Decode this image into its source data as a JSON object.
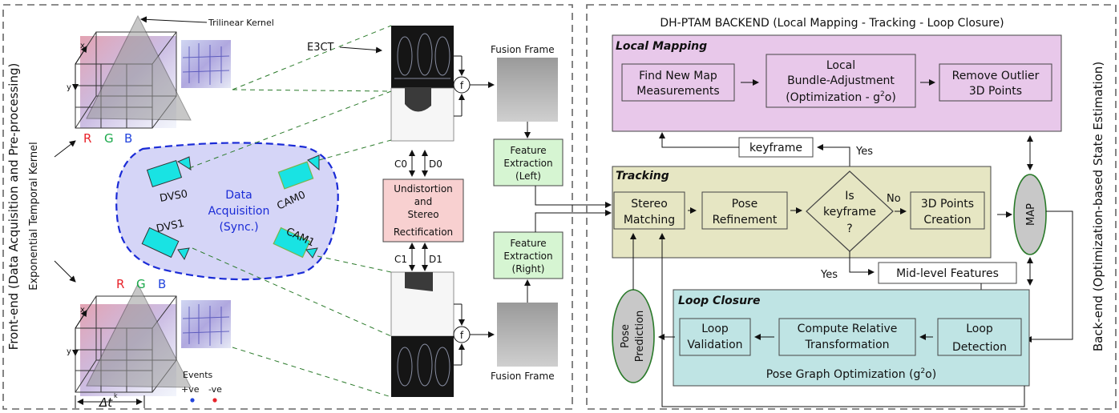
{
  "frontend": {
    "side_label": "Front-end (Data Acquisition and Pre-processing)",
    "exp_kernel_label": "Exponential Temporal Kernel",
    "trilinear_label": "Trilinear Kernel",
    "axis_x": "x",
    "axis_y": "y",
    "rgb": {
      "r": "R",
      "g": "G",
      "b": "B"
    },
    "events_title": "Events",
    "events_pos": "+ve",
    "events_neg": "-ve",
    "delta_t_label": "Δt",
    "delta_t_sup": "k",
    "acquisition": {
      "title_line1": "Data",
      "title_line2": "Acquisition",
      "title_line3": "(Sync.)",
      "dvs0": "DVS0",
      "dvs1": "DVS1",
      "cam0": "CAM0",
      "cam1": "CAM1"
    },
    "e3ct_label": "E3CT",
    "fusion_label": "Fusion Frame",
    "fusion_op": "f",
    "c0": "C0",
    "d0": "D0",
    "c1": "C1",
    "d1": "D1",
    "undistortion_lines": [
      "Undistortion",
      "and",
      "Stereo",
      "Rectification"
    ],
    "feature_left_lines": [
      "Feature",
      "Extraction",
      "(Left)"
    ],
    "feature_right_lines": [
      "Feature",
      "Extraction",
      "(Right)"
    ]
  },
  "backend": {
    "header": "DH-PTAM BACKEND (Local Mapping - Tracking - Loop Closure)",
    "side_label": "Back-end (Optimization-based State Estimation)",
    "local_mapping": {
      "title": "Local Mapping",
      "find_lines": [
        "Find New Map",
        "Measurements"
      ],
      "bundle_lines": [
        "Local",
        "Bundle-Adjustment",
        "(Optimization - g"
      ],
      "bundle_sup": "2",
      "bundle_tail": "o)",
      "remove_lines": [
        "Remove Outlier",
        "3D Points"
      ]
    },
    "keyframe_box": "keyframe",
    "yes_top": "Yes",
    "tracking": {
      "title": "Tracking",
      "stereo_lines": [
        "Stereo",
        "Matching"
      ],
      "pose_lines": [
        "Pose",
        "Refinement"
      ],
      "decision_lines": [
        "Is",
        "keyframe",
        "?"
      ],
      "no_label": "No",
      "points_lines": [
        "3D Points",
        "Creation"
      ]
    },
    "map_label": "MAP",
    "yes_bottom": "Yes",
    "mid_level": "Mid-level Features",
    "pose_prediction_lines": [
      "Pose",
      "Prediction"
    ],
    "loop_closure": {
      "title": "Loop Closure",
      "validation_lines": [
        "Loop",
        "Validation"
      ],
      "relative_lines": [
        "Compute Relative",
        "Transformation"
      ],
      "detection_lines": [
        "Loop",
        "Detection"
      ],
      "pgo_prefix": "Pose Graph Optimization (g",
      "pgo_sup": "2",
      "pgo_suffix": "o)"
    }
  },
  "colors": {
    "local_mapping_bg": "#e8c8ea",
    "tracking_bg": "#e6e6c3",
    "loop_closure_bg": "#bfe4e4",
    "acquisition_bg": "#d5d5f7",
    "acquisition_border": "#1a2bd6",
    "acquisition_text": "#1a2bd6",
    "camera_fill": "#19e3e3",
    "undistortion_bg": "#f8d0d0",
    "feature_bg": "#d6f5d2",
    "gray_ellipse": "#c8c8c8",
    "dashed_green": "#2a7a2a",
    "red": "#e8232b",
    "green": "#1aa84a",
    "blue": "#2244dd"
  }
}
